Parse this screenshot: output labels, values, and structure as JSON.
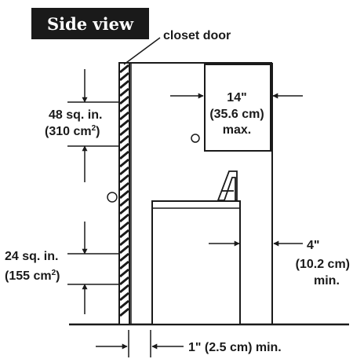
{
  "title": "Side view",
  "labels": {
    "closet_door": "closet door",
    "upper_vent_area": "48 sq. in.",
    "upper_vent_metric": "(310 cm",
    "lower_vent_area": "24 sq. in.",
    "lower_vent_metric": "(155 cm",
    "metric_sup": "2",
    "metric_close": ")",
    "cabinet_depth": "14\"",
    "cabinet_depth_metric": "(35.6 cm)",
    "cabinet_depth_qualifier": "max.",
    "rear_clearance": "4\"",
    "rear_clearance_metric": "(10.2 cm)",
    "rear_clearance_qualifier": "min.",
    "front_clearance": "1\" (2.5 cm) min."
  },
  "colors": {
    "line": "#1a1a1a",
    "badge_bg": "#1a1a1a",
    "badge_text": "#ffffff"
  }
}
